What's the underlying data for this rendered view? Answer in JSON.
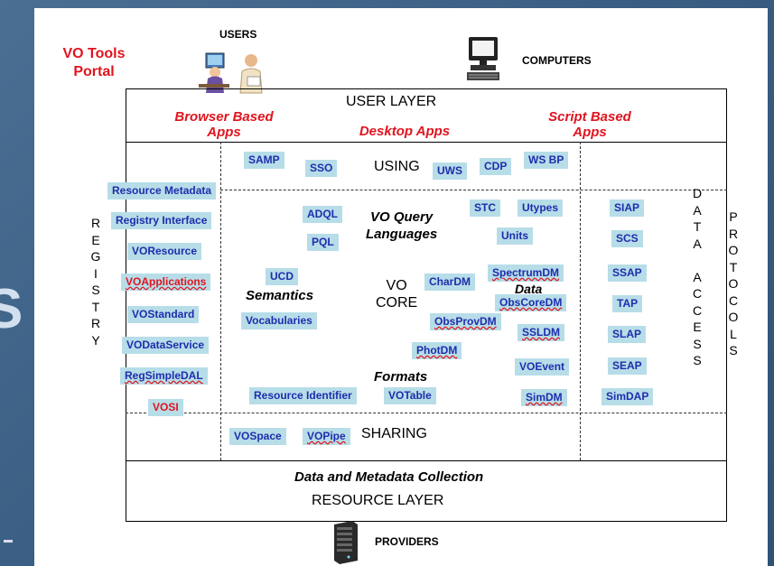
{
  "background": {
    "left_glyph": "S"
  },
  "portal": {
    "line1": "VO Tools",
    "line2": "Portal"
  },
  "actors": {
    "users": "USERS",
    "computers": "COMPUTERS",
    "providers": "PROVIDERS"
  },
  "layers": {
    "user_layer": "USER LAYER",
    "resource_layer": "RESOURCE LAYER",
    "data_collection": "Data and Metadata Collection",
    "using": "USING",
    "sharing": "SHARING",
    "vo_core_1": "VO",
    "vo_core_2": "CORE"
  },
  "apps": {
    "browser_1": "Browser Based",
    "browser_2": "Apps",
    "desktop": "Desktop Apps",
    "script_1": "Script Based",
    "script_2": "Apps"
  },
  "areas": {
    "query_1": "VO Query",
    "query_2": "Languages",
    "semantics": "Semantics",
    "data": "Data",
    "formats": "Formats"
  },
  "side_labels": {
    "registry": [
      "R",
      "E",
      "G",
      "I",
      "S",
      "T",
      "R",
      "Y"
    ],
    "data_access": [
      "D",
      "A",
      "T",
      "A",
      "",
      "A",
      "C",
      "C",
      "E",
      "S",
      "S"
    ],
    "protocols": [
      "P",
      "R",
      "O",
      "T",
      "O",
      "C",
      "O",
      "L",
      "S"
    ]
  },
  "boxes": {
    "samp": "SAMP",
    "sso": "SSO",
    "uws": "UWS",
    "cdp": "CDP",
    "wsbp": "WS BP",
    "resource_metadata": "Resource Metadata",
    "registry_interface": "Registry Interface",
    "voresource": "VOResource",
    "voapplications": "VOApplications",
    "vostandard": "VOStandard",
    "vodataservice": "VODataService",
    "regsimpledal": "RegSimpleDAL",
    "vosi": "VOSI",
    "adql": "ADQL",
    "pql": "PQL",
    "stc": "STC",
    "utypes": "Utypes",
    "units": "Units",
    "ucd": "UCD",
    "vocabularies": "Vocabularies",
    "chardm": "CharDM",
    "spectrumdm": "SpectrumDM",
    "obscoredm": "ObsCoreDM",
    "obsprovdm": "ObsProvDM",
    "ssldm": "SSLDM",
    "photdm": "PhotDM",
    "voevent": "VOEvent",
    "simdm": "SimDM",
    "resource_identifier": "Resource Identifier",
    "votable": "VOTable",
    "siap": "SIAP",
    "scs": "SCS",
    "ssap": "SSAP",
    "tap": "TAP",
    "slap": "SLAP",
    "seap": "SEAP",
    "simdap": "SimDAP",
    "vospace": "VOSpace",
    "vopipe": "VOPipe"
  },
  "colors": {
    "box_fill": "#b7dde8",
    "box_text": "#1f2dad",
    "red": "#e0141e",
    "slide_bg": "#3b5f84"
  }
}
